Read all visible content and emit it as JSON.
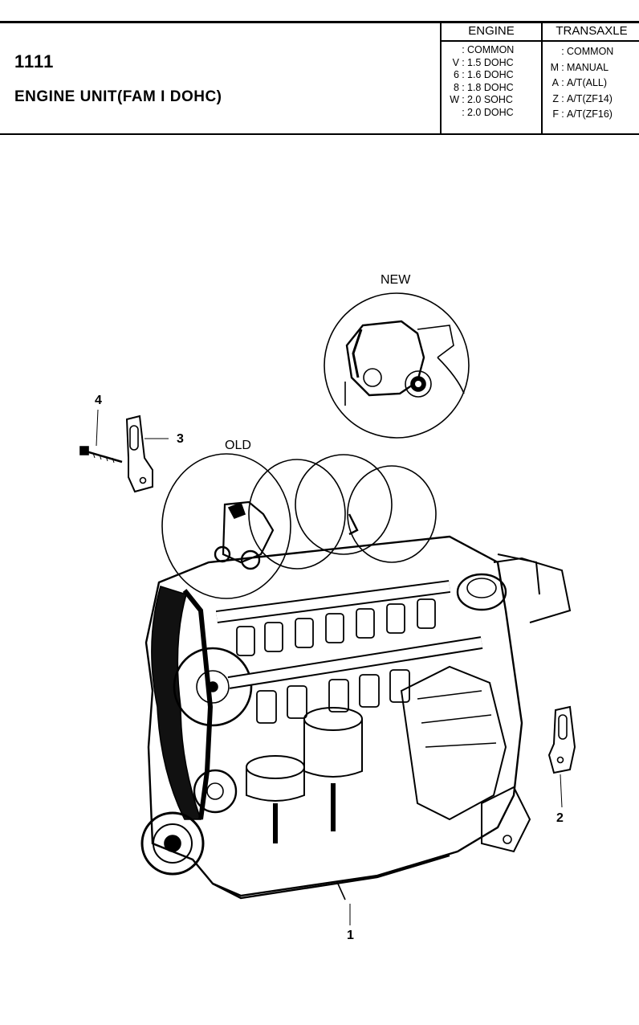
{
  "header": {
    "code": "1111",
    "title": "ENGINE UNIT(FAM I DOHC)"
  },
  "engine_table": {
    "heading": "ENGINE",
    "rows": [
      {
        "key": "",
        "value": "COMMON"
      },
      {
        "key": "V",
        "value": "1.5 DOHC"
      },
      {
        "key": "6",
        "value": "1.6 DOHC"
      },
      {
        "key": "8",
        "value": "1.8 DOHC"
      },
      {
        "key": "W",
        "value": "2.0 SOHC"
      },
      {
        "key": "",
        "value": "2.0 DOHC"
      }
    ]
  },
  "transaxle_table": {
    "heading": "TRANSAXLE",
    "rows": [
      {
        "key": "",
        "value": "COMMON"
      },
      {
        "key": "M",
        "value": "MANUAL"
      },
      {
        "key": "A",
        "value": "A/T(ALL)"
      },
      {
        "key": "Z",
        "value": "A/T(ZF14)"
      },
      {
        "key": "F",
        "value": "A/T(ZF16)"
      }
    ]
  },
  "illustration": {
    "label_new": "NEW",
    "label_old": "OLD",
    "callouts": [
      "1",
      "2",
      "3",
      "4"
    ]
  }
}
